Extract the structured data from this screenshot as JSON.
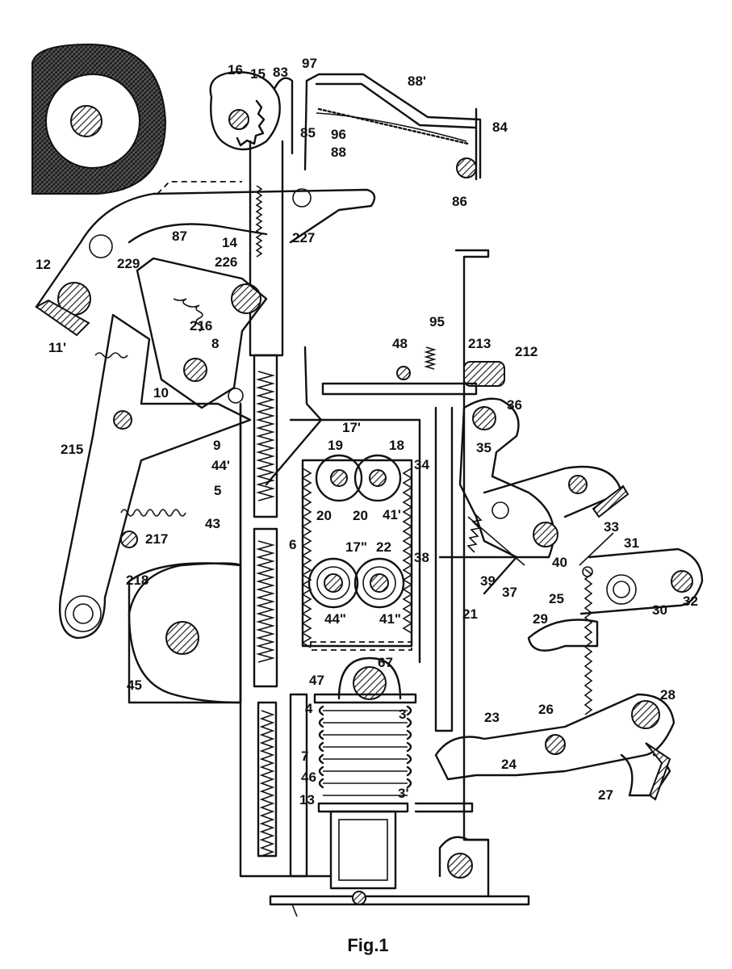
{
  "caption": "Fig.1",
  "labels": [
    {
      "id": "16",
      "text": "16"
    },
    {
      "id": "15",
      "text": "15"
    },
    {
      "id": "83",
      "text": "83"
    },
    {
      "id": "97",
      "text": "97"
    },
    {
      "id": "88p",
      "text": "88'"
    },
    {
      "id": "84",
      "text": "84"
    },
    {
      "id": "85",
      "text": "85"
    },
    {
      "id": "96",
      "text": "96"
    },
    {
      "id": "88",
      "text": "88"
    },
    {
      "id": "86",
      "text": "86"
    },
    {
      "id": "227",
      "text": "227"
    },
    {
      "id": "87",
      "text": "87"
    },
    {
      "id": "14",
      "text": "14"
    },
    {
      "id": "226",
      "text": "226"
    },
    {
      "id": "229",
      "text": "229"
    },
    {
      "id": "12",
      "text": "12"
    },
    {
      "id": "216",
      "text": "216"
    },
    {
      "id": "11p",
      "text": "11'"
    },
    {
      "id": "8",
      "text": "8"
    },
    {
      "id": "48",
      "text": "48"
    },
    {
      "id": "95",
      "text": "95"
    },
    {
      "id": "213",
      "text": "213"
    },
    {
      "id": "212",
      "text": "212"
    },
    {
      "id": "10",
      "text": "10"
    },
    {
      "id": "36",
      "text": "36"
    },
    {
      "id": "17p",
      "text": "17'"
    },
    {
      "id": "9",
      "text": "9"
    },
    {
      "id": "19",
      "text": "19"
    },
    {
      "id": "18",
      "text": "18"
    },
    {
      "id": "215",
      "text": "215"
    },
    {
      "id": "35",
      "text": "35"
    },
    {
      "id": "44p",
      "text": "44'"
    },
    {
      "id": "34",
      "text": "34"
    },
    {
      "id": "5",
      "text": "5"
    },
    {
      "id": "20a",
      "text": "20"
    },
    {
      "id": "20b",
      "text": "20"
    },
    {
      "id": "41p",
      "text": "41'"
    },
    {
      "id": "43",
      "text": "43"
    },
    {
      "id": "217",
      "text": "217"
    },
    {
      "id": "6",
      "text": "6"
    },
    {
      "id": "17pp",
      "text": "17\""
    },
    {
      "id": "22",
      "text": "22"
    },
    {
      "id": "33",
      "text": "33"
    },
    {
      "id": "31",
      "text": "31"
    },
    {
      "id": "40",
      "text": "40"
    },
    {
      "id": "38",
      "text": "38"
    },
    {
      "id": "218",
      "text": "218"
    },
    {
      "id": "39",
      "text": "39"
    },
    {
      "id": "37",
      "text": "37"
    },
    {
      "id": "25",
      "text": "25"
    },
    {
      "id": "30",
      "text": "30"
    },
    {
      "id": "32",
      "text": "32"
    },
    {
      "id": "44pp",
      "text": "44\""
    },
    {
      "id": "41pp",
      "text": "41\""
    },
    {
      "id": "21",
      "text": "21"
    },
    {
      "id": "29",
      "text": "29"
    },
    {
      "id": "45",
      "text": "45"
    },
    {
      "id": "67",
      "text": "67"
    },
    {
      "id": "47",
      "text": "47"
    },
    {
      "id": "28",
      "text": "28"
    },
    {
      "id": "4",
      "text": "4"
    },
    {
      "id": "3",
      "text": "3"
    },
    {
      "id": "23",
      "text": "23"
    },
    {
      "id": "26",
      "text": "26"
    },
    {
      "id": "7",
      "text": "7"
    },
    {
      "id": "24",
      "text": "24"
    },
    {
      "id": "46",
      "text": "46"
    },
    {
      "id": "27",
      "text": "27"
    },
    {
      "id": "13",
      "text": "13"
    },
    {
      "id": "3p",
      "text": "3'"
    }
  ]
}
